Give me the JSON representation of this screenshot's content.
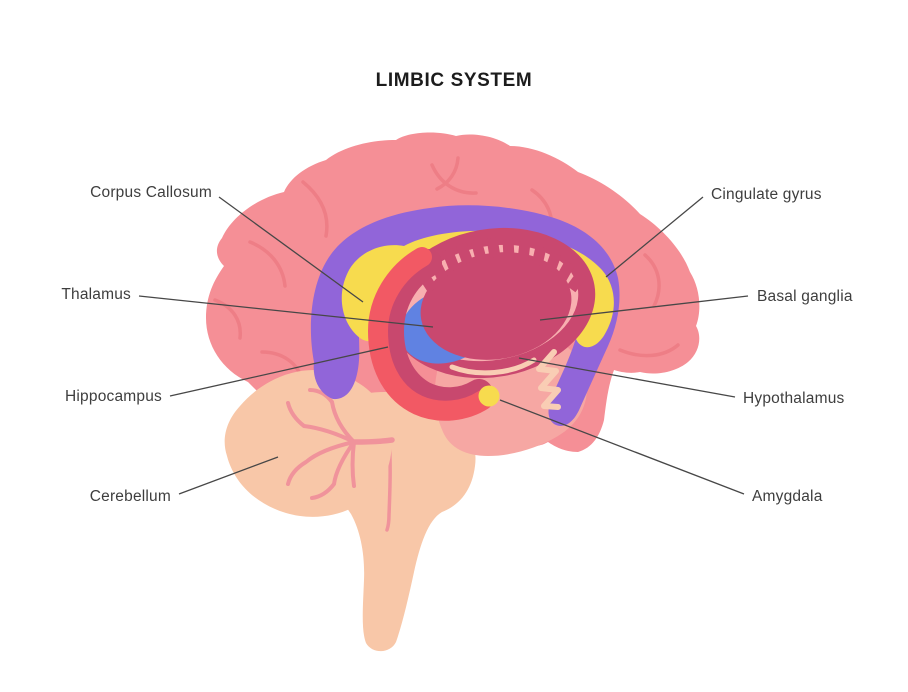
{
  "title": "LIMBIC SYSTEM",
  "labels": {
    "corpus_callosum": "Corpus Callosum",
    "thalamus": "Thalamus",
    "hippocampus": "Hippocampus",
    "cerebellum": "Cerebellum",
    "cingulate_gyrus": "Cingulate gyrus",
    "basal_ganglia": "Basal ganglia",
    "hypothalamus": "Hypothalamus",
    "amygdala": "Amygdala"
  },
  "colors": {
    "background": "#FFFFFF",
    "cortex": "#F58F96",
    "cortex_line": "#EE7E86",
    "peach": "#F8C7A8",
    "vein": "#F0939B",
    "midbrain": "#F6A7A3",
    "cingulate": "#9165D9",
    "corpus_callosum": "#F7DB4E",
    "fornix": "#F25964",
    "hippocampus_band": "#C8486E",
    "basal_ganglia": "#C9486F",
    "inner_light": "#F8AFB0",
    "thalamus_blue": "#6082E2",
    "amygdala": "#F7DB4E",
    "hypothalamus_cream": "#F9CDB4",
    "label_line": "#474747",
    "label_text": "#3E3E3E",
    "title_text": "#1C1C1C"
  }
}
